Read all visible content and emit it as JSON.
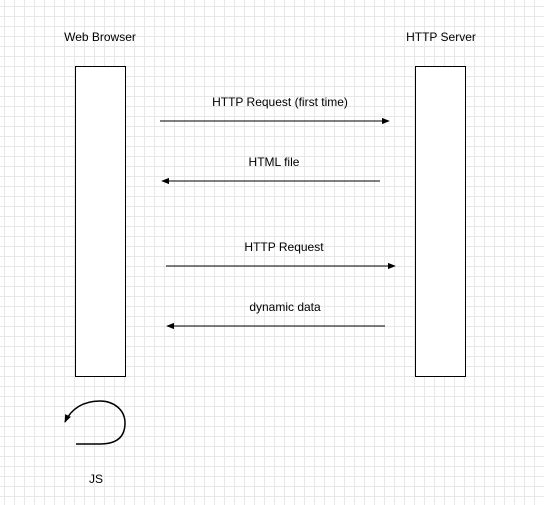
{
  "participants": {
    "browser": "Web Browser",
    "server": "HTTP Server"
  },
  "messages": [
    {
      "label": "HTTP Request (first time)",
      "from": "browser",
      "to": "server"
    },
    {
      "label": "HTML file",
      "from": "server",
      "to": "browser"
    },
    {
      "label": "HTTP Request",
      "from": "browser",
      "to": "server"
    },
    {
      "label": "dynamic data",
      "from": "server",
      "to": "browser"
    }
  ],
  "self_loop": {
    "label": "JS",
    "participant": "browser"
  },
  "colors": {
    "line": "#000000",
    "background": "#ffffff",
    "grid": "#e8e8e8"
  }
}
